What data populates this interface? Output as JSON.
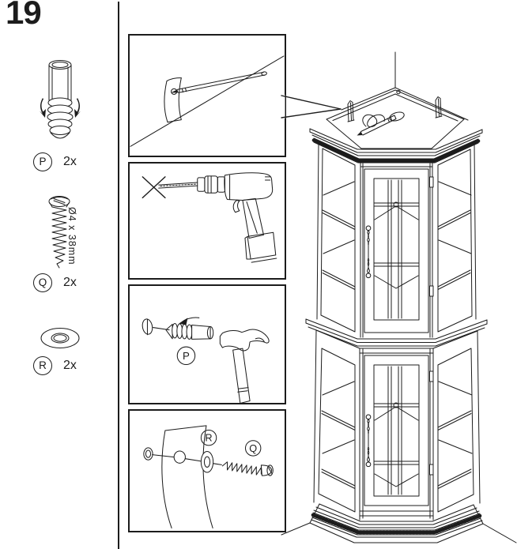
{
  "page": {
    "step_number": "19"
  },
  "parts_list": {
    "anchor": {
      "label": "P",
      "qty": "2x"
    },
    "screw": {
      "label": "Q",
      "qty": "2x",
      "dimension": "Ø4 x 38mm"
    },
    "washer": {
      "label": "R",
      "qty": "2x"
    }
  },
  "panel_labels": {
    "anchor": "P",
    "washer": "R",
    "screw": "Q"
  },
  "colors": {
    "line": "#1c1c1c",
    "paper": "#ffffff"
  }
}
